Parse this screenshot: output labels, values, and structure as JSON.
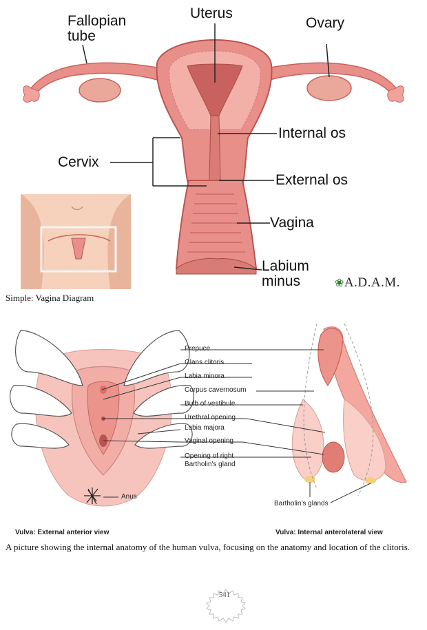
{
  "figure1": {
    "labels": {
      "fallopian_tube": [
        "Fallopian",
        "tube"
      ],
      "uterus": "Uterus",
      "ovary": "Ovary",
      "internal_os": "Internal os",
      "cervix": "Cervix",
      "external_os": "External os",
      "vagina": "Vagina",
      "labium_minus": [
        "Labium",
        "minus"
      ]
    },
    "logo": "A.D.A.M.",
    "caption": "Simple: Vagina Diagram"
  },
  "figure2": {
    "labels": {
      "prepuce": "Prepuce",
      "glans_clitoris": "Glans clitoris",
      "labia_minora": "Labia minora",
      "corpus_cavernosum": "Corpus cavernosum",
      "bulb_of_vestibule": "Bulb of vestibule",
      "urethral_opening": "Urethral opening",
      "labia_majora": "Labia majora",
      "vaginal_opening": "Vaginal opening",
      "bartholin_gland": [
        "Opening of right",
        "Bartholin's gland"
      ],
      "anus": "Anus",
      "bartholins_glands": "Bartholin's glands"
    },
    "view_left": "Vulva: External anterior view",
    "view_right": "Vulva: Internal anterolateral view",
    "caption": "A picture showing the internal anatomy of the human vulva, focusing on the anatomy and location of the clitoris."
  },
  "page_number": "541",
  "colors": {
    "tissue": "#e98f8a",
    "tissue_dark": "#c9625e",
    "tissue_light": "#f6c4bd",
    "skin": "#f3c7b0",
    "line": "#222222"
  }
}
